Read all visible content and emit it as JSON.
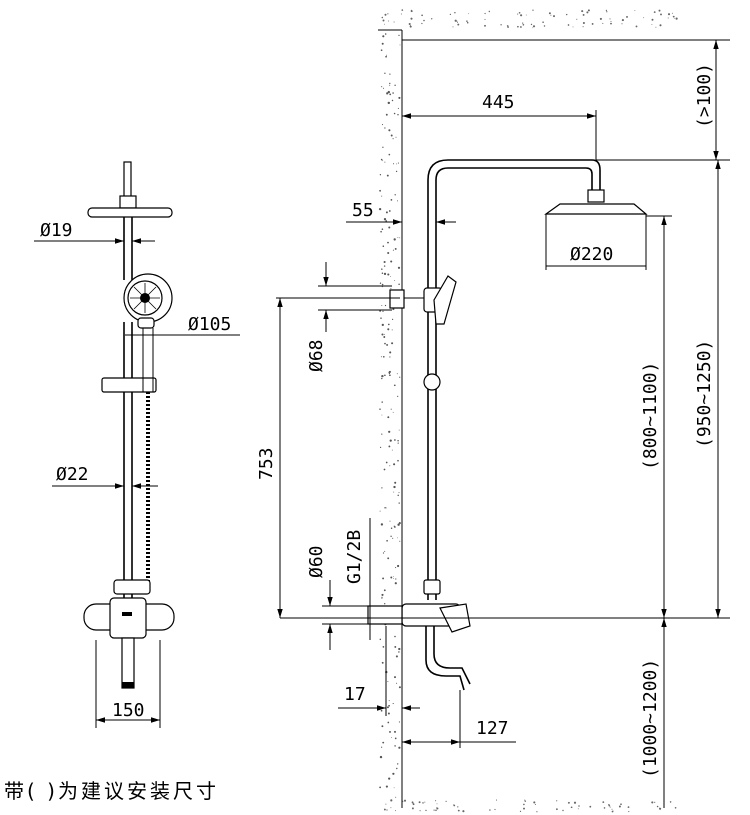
{
  "dimensions": {
    "shower_head_diameter": "Ø220",
    "arm_reach": "445",
    "wall_offset": "55",
    "top_clearance": "(>100)",
    "top_height": "(950~1250)",
    "head_height": "(800~1100)",
    "mixer_height": "(1000~1200)",
    "bar_length": "753",
    "holder_diameter": "Ø68",
    "base_diameter": "Ø60",
    "thread": "G1/2B",
    "mixer_offset": "17",
    "spout_reach": "127",
    "pipe_diameter": "Ø19",
    "hand_shower_diameter": "Ø105",
    "bar_diameter": "Ø22",
    "mixer_width": "150"
  },
  "note": "带( )为建议安装尺寸"
}
